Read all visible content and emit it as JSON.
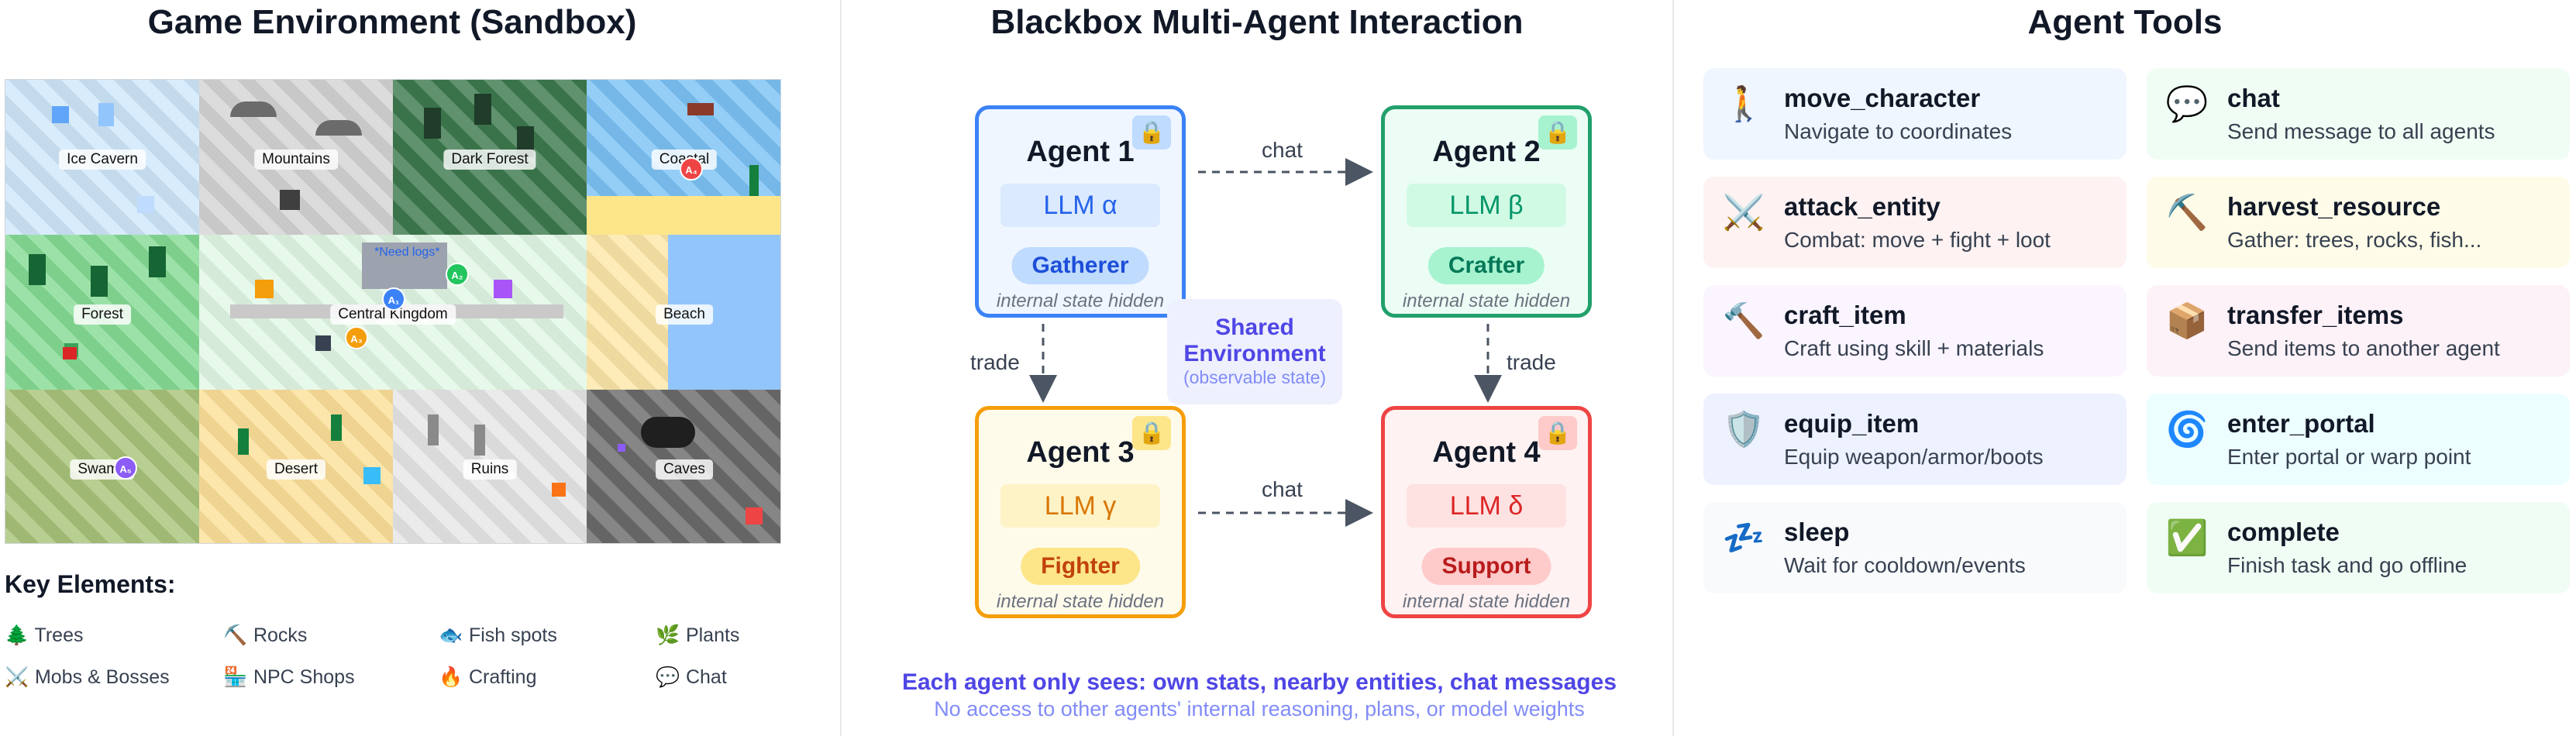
{
  "panels": {
    "left_title": "Game Environment (Sandbox)",
    "middle_title": "Blackbox Multi-Agent Interaction",
    "right_title": "Agent Tools"
  },
  "map": {
    "regions": [
      {
        "name": "Ice Cavern",
        "bg": "#cfe8fb"
      },
      {
        "name": "Mountains",
        "bg": "#d4d4d4"
      },
      {
        "name": "Dark Forest",
        "bg": "#3e7a4f"
      },
      {
        "name": "Coastal",
        "bg": "#7cc3f5"
      },
      {
        "name": "Forest",
        "bg": "#86dc95"
      },
      {
        "name": "Central Kingdom",
        "bg": "#e2f8e6"
      },
      {
        "name": "Beach",
        "bg": "#fde7a8"
      },
      {
        "name": "Swamp",
        "bg": "#a9c47a"
      },
      {
        "name": "Desert",
        "bg": "#fde09a"
      },
      {
        "name": "Ruins",
        "bg": "#e7e7e7"
      },
      {
        "name": "Caves",
        "bg": "#6b6b6b"
      }
    ],
    "speech": "*Need logs*",
    "agent_markers": [
      {
        "label": "A₁",
        "color": "#3b82f6"
      },
      {
        "label": "A₂",
        "color": "#22c55e"
      },
      {
        "label": "A₃",
        "color": "#f59e0b"
      },
      {
        "label": "A₄",
        "color": "#ef4444"
      },
      {
        "label": "A₅",
        "color": "#8b5cf6"
      }
    ]
  },
  "key": {
    "title": "Key Elements:",
    "items": [
      {
        "icon": "🌲",
        "label": "Trees"
      },
      {
        "icon": "⛏️",
        "label": "Rocks"
      },
      {
        "icon": "🐟",
        "label": "Fish spots"
      },
      {
        "icon": "🌿",
        "label": "Plants"
      },
      {
        "icon": "⚔️",
        "label": "Mobs & Bosses"
      },
      {
        "icon": "🏪",
        "label": "NPC Shops"
      },
      {
        "icon": "🔥",
        "label": "Crafting"
      },
      {
        "icon": "💬",
        "label": "Chat"
      }
    ]
  },
  "agents": [
    {
      "name": "Agent 1",
      "llm": "LLM α",
      "role": "Gatherer",
      "hidden": "internal state hidden",
      "color": "#3b82f6",
      "tint": "#dbeafe",
      "role_bg": "#bfdbfe",
      "role_fg": "#1d4ed8",
      "lock": "🔒"
    },
    {
      "name": "Agent 2",
      "llm": "LLM β",
      "role": "Crafter",
      "hidden": "internal state hidden",
      "color": "#22a06b",
      "tint": "#d1fae5",
      "role_bg": "#a7f3d0",
      "role_fg": "#047857",
      "lock": "🔒"
    },
    {
      "name": "Agent 3",
      "llm": "LLM γ",
      "role": "Fighter",
      "hidden": "internal state hidden",
      "color": "#f59e0b",
      "tint": "#fef3c7",
      "role_bg": "#fde68a",
      "role_fg": "#c2410c",
      "lock": "🔒"
    },
    {
      "name": "Agent 4",
      "llm": "LLM δ",
      "role": "Support",
      "hidden": "internal state hidden",
      "color": "#ef4444",
      "tint": "#fee2e2",
      "role_bg": "#fecaca",
      "role_fg": "#b91c1c",
      "lock": "🔒"
    }
  ],
  "edges": {
    "chat_top": "chat",
    "chat_bottom": "chat",
    "trade_left": "trade",
    "trade_right": "trade"
  },
  "shared": {
    "line1": "Shared",
    "line2": "Environment",
    "sub": "(observable state)"
  },
  "notes": {
    "line1": "Each agent only sees: own stats, nearby entities, chat messages",
    "line2": "No access to other agents' internal reasoning, plans, or model weights"
  },
  "tools": [
    {
      "icon": "🚶",
      "name": "move_character",
      "desc": "Navigate to coordinates",
      "bg": "#eff6ff"
    },
    {
      "icon": "💬",
      "name": "chat",
      "desc": "Send message to all agents",
      "bg": "#f0fdf4"
    },
    {
      "icon": "⚔️",
      "name": "attack_entity",
      "desc": "Combat: move + fight + loot",
      "bg": "#fef2f2"
    },
    {
      "icon": "⛏️",
      "name": "harvest_resource",
      "desc": "Gather: trees, rocks, fish...",
      "bg": "#fefce8"
    },
    {
      "icon": "🔨",
      "name": "craft_item",
      "desc": "Craft using skill + materials",
      "bg": "#faf5ff"
    },
    {
      "icon": "📦",
      "name": "transfer_items",
      "desc": "Send items to another agent",
      "bg": "#fdf2f8"
    },
    {
      "icon": "🛡️",
      "name": "equip_item",
      "desc": "Equip weapon/armor/boots",
      "bg": "#eef2ff"
    },
    {
      "icon": "🌀",
      "name": "enter_portal",
      "desc": "Enter portal or warp point",
      "bg": "#ecfeff"
    },
    {
      "icon": "💤",
      "name": "sleep",
      "desc": "Wait for cooldown/events",
      "bg": "#f8fafc"
    },
    {
      "icon": "✅",
      "name": "complete",
      "desc": "Finish task and go offline",
      "bg": "#f0fdf4"
    }
  ]
}
